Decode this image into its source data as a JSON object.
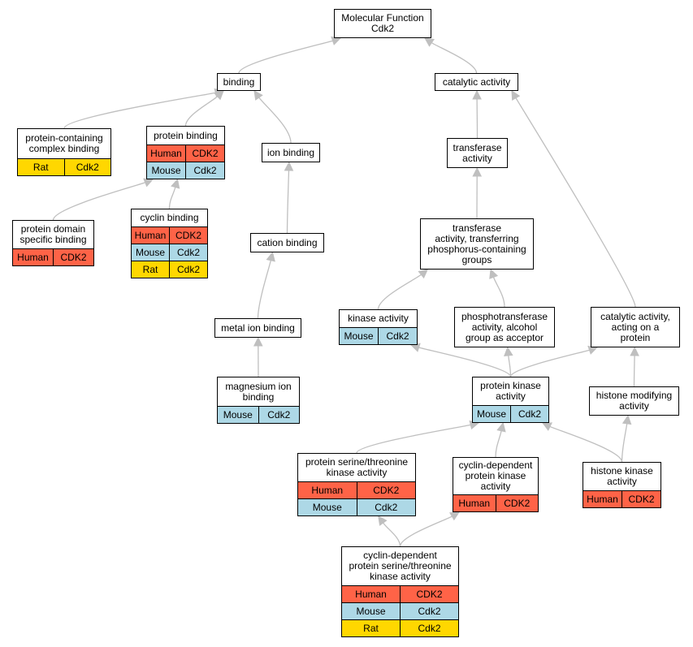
{
  "colors": {
    "Human": "#ff6347",
    "Mouse": "#add8e6",
    "Rat": "#ffd700",
    "edge": "#bfbfbf"
  },
  "nodes": {
    "molecular_function": {
      "label": "Molecular Function\nCdk2",
      "annotations": []
    },
    "binding": {
      "label": "binding",
      "annotations": []
    },
    "catalytic_activity": {
      "label": "catalytic activity",
      "annotations": []
    },
    "protein_containing_complex_binding": {
      "label": "protein-containing\ncomplex binding",
      "annotations": [
        {
          "species": "Rat",
          "gene": "Cdk2"
        }
      ]
    },
    "protein_binding": {
      "label": "protein binding",
      "annotations": [
        {
          "species": "Human",
          "gene": "CDK2"
        },
        {
          "species": "Mouse",
          "gene": "Cdk2"
        }
      ]
    },
    "ion_binding": {
      "label": "ion binding",
      "annotations": []
    },
    "transferase_activity": {
      "label": "transferase\nactivity",
      "annotations": []
    },
    "protein_domain_specific_binding": {
      "label": "protein domain\nspecific binding",
      "annotations": [
        {
          "species": "Human",
          "gene": "CDK2"
        }
      ]
    },
    "cyclin_binding": {
      "label": "cyclin binding",
      "annotations": [
        {
          "species": "Human",
          "gene": "CDK2"
        },
        {
          "species": "Mouse",
          "gene": "Cdk2"
        },
        {
          "species": "Rat",
          "gene": "Cdk2"
        }
      ]
    },
    "cation_binding": {
      "label": "cation binding",
      "annotations": []
    },
    "transferase_phospho": {
      "label": "transferase\nactivity, transferring\nphosphorus-containing\ngroups",
      "annotations": []
    },
    "metal_ion_binding": {
      "label": "metal ion binding",
      "annotations": []
    },
    "kinase_activity": {
      "label": "kinase activity",
      "annotations": [
        {
          "species": "Mouse",
          "gene": "Cdk2"
        }
      ]
    },
    "phosphotransferase": {
      "label": "phosphotransferase\nactivity, alcohol\ngroup as acceptor",
      "annotations": []
    },
    "catalytic_on_protein": {
      "label": "catalytic activity,\nacting on a\nprotein",
      "annotations": []
    },
    "magnesium_ion_binding": {
      "label": "magnesium ion\nbinding",
      "annotations": [
        {
          "species": "Mouse",
          "gene": "Cdk2"
        }
      ]
    },
    "protein_kinase_activity": {
      "label": "protein kinase\nactivity",
      "annotations": [
        {
          "species": "Mouse",
          "gene": "Cdk2"
        }
      ]
    },
    "histone_modifying": {
      "label": "histone modifying\nactivity",
      "annotations": []
    },
    "ser_thr_kinase": {
      "label": "protein serine/threonine\nkinase activity",
      "annotations": [
        {
          "species": "Human",
          "gene": "CDK2"
        },
        {
          "species": "Mouse",
          "gene": "Cdk2"
        }
      ]
    },
    "cdk_activity": {
      "label": "cyclin-dependent\nprotein kinase\nactivity",
      "annotations": [
        {
          "species": "Human",
          "gene": "CDK2"
        }
      ]
    },
    "histone_kinase": {
      "label": "histone kinase\nactivity",
      "annotations": [
        {
          "species": "Human",
          "gene": "CDK2"
        }
      ]
    },
    "cdk_ser_thr": {
      "label": "cyclin-dependent\nprotein serine/threonine\nkinase activity",
      "annotations": [
        {
          "species": "Human",
          "gene": "CDK2"
        },
        {
          "species": "Mouse",
          "gene": "Cdk2"
        },
        {
          "species": "Rat",
          "gene": "Cdk2"
        }
      ]
    }
  },
  "edges": [
    {
      "from": "binding",
      "to": "molecular_function"
    },
    {
      "from": "catalytic_activity",
      "to": "molecular_function"
    },
    {
      "from": "protein_containing_complex_binding",
      "to": "binding"
    },
    {
      "from": "protein_binding",
      "to": "binding"
    },
    {
      "from": "ion_binding",
      "to": "binding"
    },
    {
      "from": "transferase_activity",
      "to": "catalytic_activity"
    },
    {
      "from": "catalytic_on_protein",
      "to": "catalytic_activity"
    },
    {
      "from": "protein_domain_specific_binding",
      "to": "protein_binding"
    },
    {
      "from": "cyclin_binding",
      "to": "protein_binding"
    },
    {
      "from": "cation_binding",
      "to": "ion_binding"
    },
    {
      "from": "transferase_phospho",
      "to": "transferase_activity"
    },
    {
      "from": "metal_ion_binding",
      "to": "cation_binding"
    },
    {
      "from": "kinase_activity",
      "to": "transferase_phospho"
    },
    {
      "from": "phosphotransferase",
      "to": "transferase_phospho"
    },
    {
      "from": "magnesium_ion_binding",
      "to": "metal_ion_binding"
    },
    {
      "from": "protein_kinase_activity",
      "to": "kinase_activity"
    },
    {
      "from": "protein_kinase_activity",
      "to": "phosphotransferase"
    },
    {
      "from": "protein_kinase_activity",
      "to": "catalytic_on_protein"
    },
    {
      "from": "histone_modifying",
      "to": "catalytic_on_protein"
    },
    {
      "from": "ser_thr_kinase",
      "to": "protein_kinase_activity"
    },
    {
      "from": "cdk_activity",
      "to": "protein_kinase_activity"
    },
    {
      "from": "histone_kinase",
      "to": "protein_kinase_activity"
    },
    {
      "from": "histone_kinase",
      "to": "histone_modifying"
    },
    {
      "from": "cdk_ser_thr",
      "to": "ser_thr_kinase"
    },
    {
      "from": "cdk_ser_thr",
      "to": "cdk_activity"
    }
  ]
}
